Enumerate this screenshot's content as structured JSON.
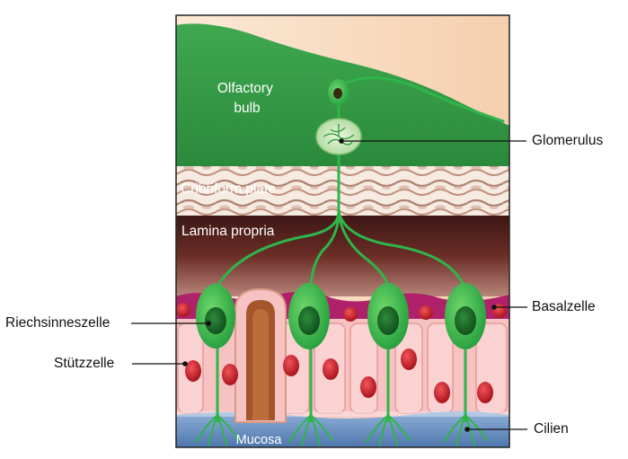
{
  "labels": {
    "olfactory_bulb_line1": "Olfactory",
    "olfactory_bulb_line2": "bulb",
    "cribriform_plate": "Cribriform plate",
    "lamina_propria": "Lamina propria",
    "mucosa": "Mucosa",
    "glomerulus": "Glomerulus",
    "riechsinneszelle": "Riechsinneszelle",
    "stuetzzelle": "Stützzelle",
    "basalzelle": "Basalzelle",
    "cilien": "Cilien"
  },
  "colors": {
    "bulb_green": "#3aa04a",
    "bulb_bg": "#f6dcc4",
    "bone": "#f3e6d8",
    "lamina_dark": "#4e1f1c",
    "epithelium_pink": "#f7c3c3",
    "basal_magenta": "#b0216b",
    "neuron_green": "#2fb54a",
    "nucleus_red": "#c41a22",
    "mucosa_blue": "#6f94c4"
  },
  "icons": [
    "olfactory-neuron-cell",
    "supporting-cell",
    "basal-cell",
    "glomerulus",
    "mitral-cell"
  ]
}
